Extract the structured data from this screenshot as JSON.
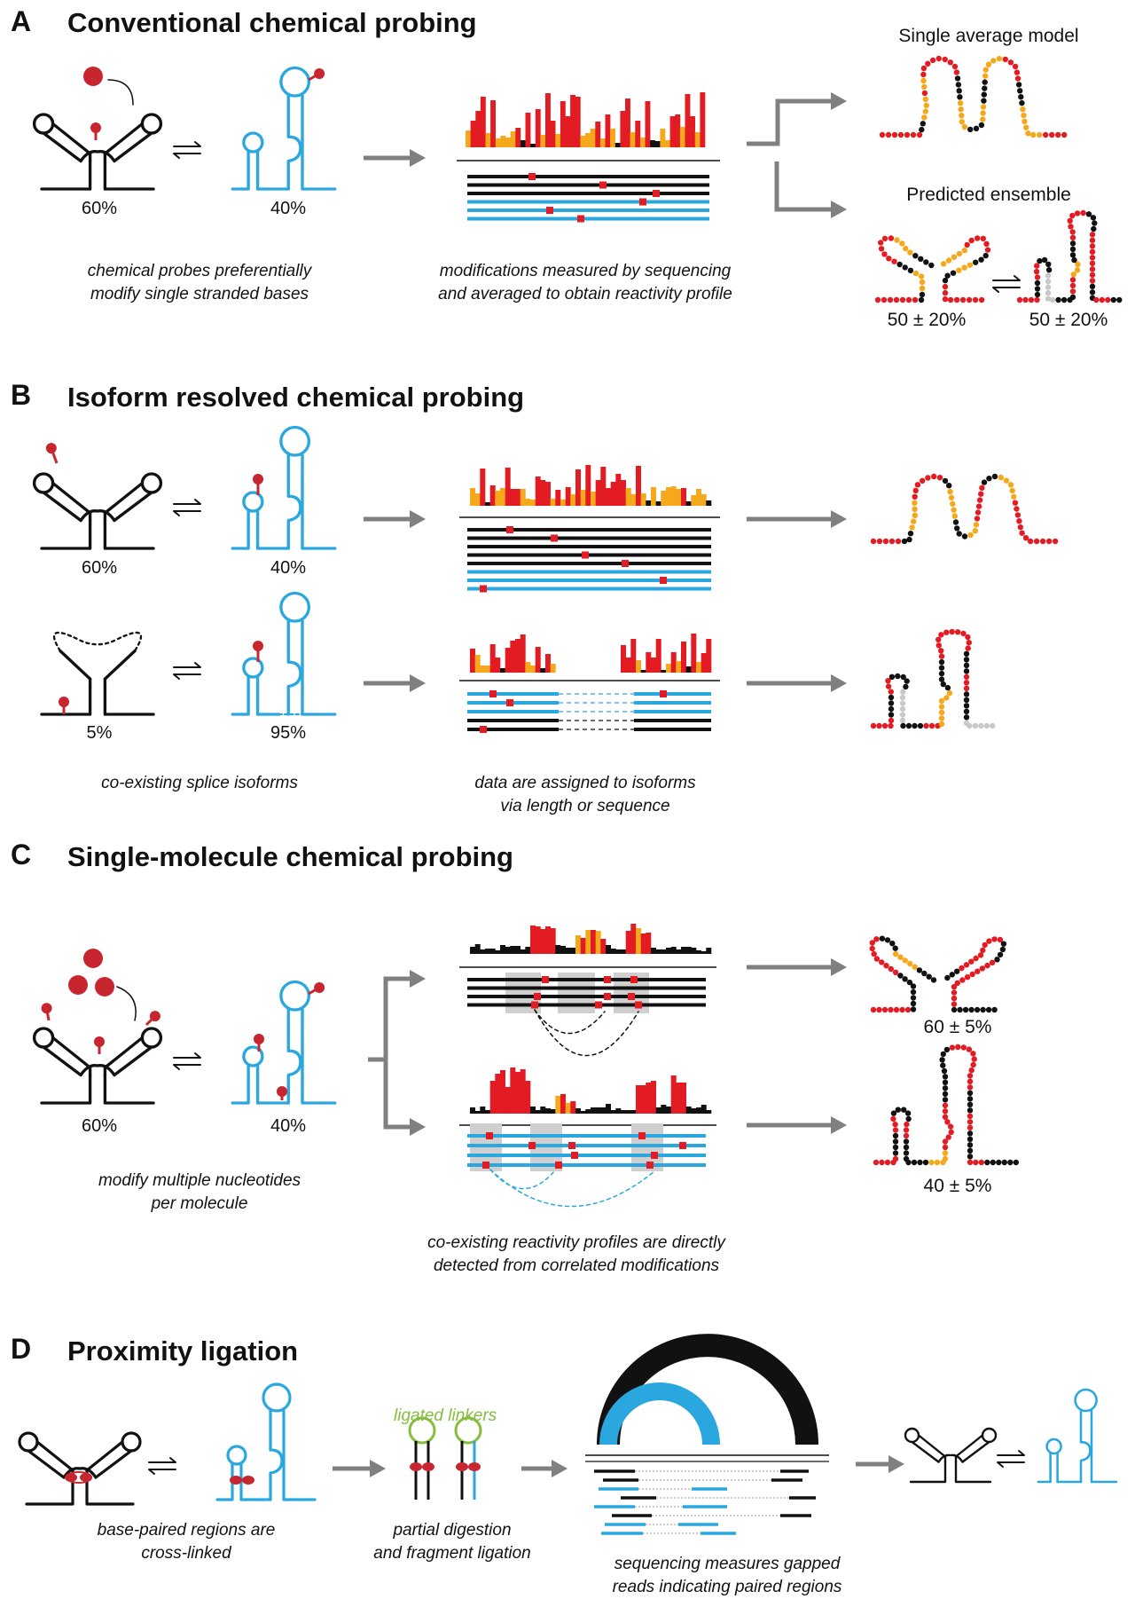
{
  "colors": {
    "black": "#111111",
    "blue": "#2aa7df",
    "red": "#e31b23",
    "orange": "#f6a81c",
    "gray": "#808080",
    "green": "#86bd3c",
    "probe": "#c8262e",
    "shade": "#cfcfcf"
  },
  "panelA": {
    "letter": "A",
    "title": "Conventional chemical probing",
    "pct_left": "60%",
    "pct_right": "40%",
    "cap_left_1": "chemical probes preferentially",
    "cap_left_2": "modify single stranded bases",
    "cap_mid_1": "modifications measured by sequencing",
    "cap_mid_2": "and averaged to obtain reactivity profile",
    "label_avg": "Single average model",
    "label_ens": "Predicted ensemble",
    "ens_left": "50 ± 20%",
    "ens_right": "50 ± 20%"
  },
  "panelB": {
    "letter": "B",
    "title": "Isoform resolved chemical probing",
    "row1_left": "60%",
    "row1_right": "40%",
    "row2_left": "5%",
    "row2_right": "95%",
    "cap_left": "co-existing splice isoforms",
    "cap_mid_1": "data are assigned to isoforms",
    "cap_mid_2": "via length or sequence"
  },
  "panelC": {
    "letter": "C",
    "title": "Single-molecule chemical probing",
    "pct_left": "60%",
    "pct_right": "40%",
    "cap_left_1": "modify multiple nucleotides",
    "cap_left_2": "per molecule",
    "cap_mid_1": "co-existing reactivity profiles are directly",
    "cap_mid_2": "detected from correlated modifications",
    "res_top": "60 ± 5%",
    "res_bottom": "40 ± 5%"
  },
  "panelD": {
    "letter": "D",
    "title": "Proximity ligation",
    "linkers": "ligated linkers",
    "cap_left_1": "base-paired regions are",
    "cap_left_2": "cross-linked",
    "cap_mid_1": "partial digestion",
    "cap_mid_2": "and fragment ligation",
    "cap_right_1": "sequencing measures gapped",
    "cap_right_2": "reads indicating paired regions"
  }
}
